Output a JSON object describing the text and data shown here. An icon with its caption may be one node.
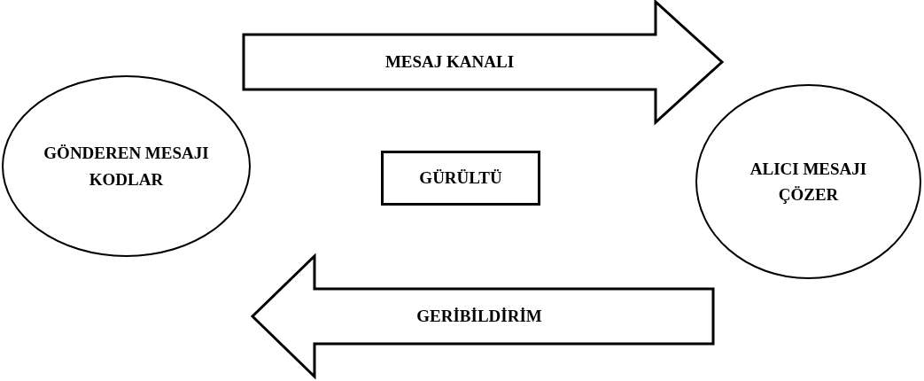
{
  "diagram": {
    "nodes": [
      {
        "text": [
          "GÖNDEREN MESAJI KODLAR"
        ]
      },
      {
        "text": [
          "ALICI MESAJI ÇÖZER"
        ]
      },
      {
        "text": [
          "GÜRÜLTÜ"
        ]
      }
    ],
    "edges": [
      {
        "from": 0,
        "to": 1,
        "arrow": "to",
        "label": "MESAJ KANALI"
      },
      {
        "from": 1,
        "to": 0,
        "arrow": "to",
        "label": "GERİBİLDİRİM"
      }
    ]
  }
}
